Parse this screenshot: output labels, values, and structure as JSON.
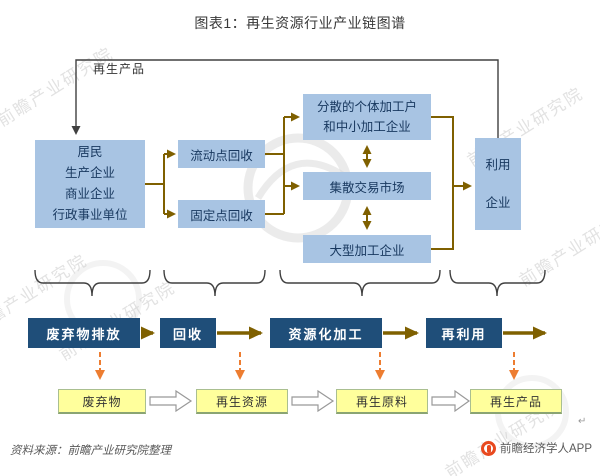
{
  "title": "图表1：再生资源行业产业链图谱",
  "diagram": {
    "loop_label": "再生产品",
    "sources": "居民\n生产企业\n商业企业\n行政事业单位",
    "mobile": "流动点回收",
    "fixed": "固定点回收",
    "dispersed": "分散的个体加工户\n和中小加工企业",
    "market": "集散交易市场",
    "large": "大型加工企业",
    "use": "利用\n企业"
  },
  "stages": [
    {
      "label": "废弃物排放"
    },
    {
      "label": "回收"
    },
    {
      "label": "资源化加工"
    },
    {
      "label": "再利用"
    }
  ],
  "products": [
    {
      "label": "废弃物"
    },
    {
      "label": "再生资源"
    },
    {
      "label": "再生原料"
    },
    {
      "label": "再生产品"
    }
  ],
  "footer": {
    "source": "资料来源：前瞻产业研究院整理",
    "brand": "前瞻经济学人APP",
    "mark": "↵"
  },
  "watermark": {
    "text": "前瞻产业研究院"
  },
  "colors": {
    "lightblue": "#A8C4E3",
    "navy": "#1F4E79",
    "olive": "#7F6000",
    "orange": "#ED7D31",
    "yellow": "#FFFF9C",
    "dark": "#404040",
    "watermark": "#CFCFCF"
  }
}
